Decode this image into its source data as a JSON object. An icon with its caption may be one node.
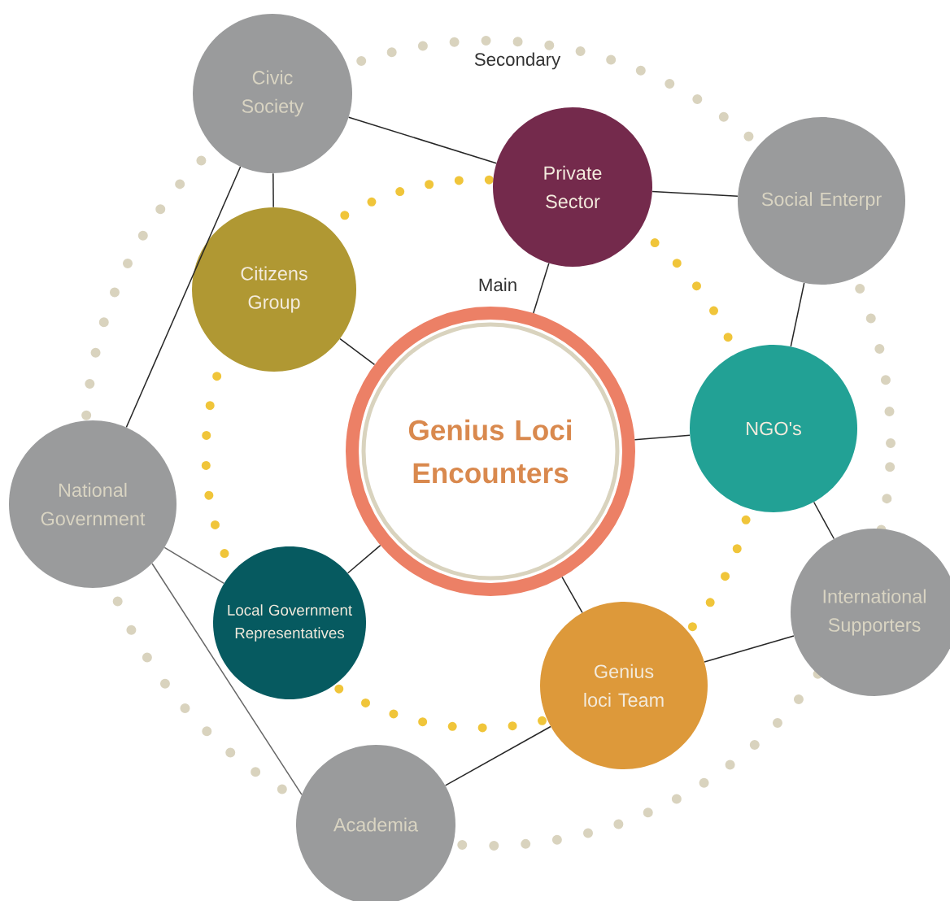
{
  "diagram": {
    "nodes": [
      {
        "text": [
          "Civic Society"
        ]
      },
      {
        "text": [
          "Private Sector"
        ]
      },
      {
        "text": [
          "Social Enterpr"
        ]
      },
      {
        "text": [
          "Citizens Group"
        ]
      },
      {
        "text": [
          "Genius Loci Encounters"
        ]
      },
      {
        "text": [
          "NGO's"
        ]
      },
      {
        "text": [
          "National Government"
        ]
      },
      {
        "text": [
          "Local Government Representatives"
        ]
      },
      {
        "text": [
          "Genius loci Team"
        ]
      },
      {
        "text": [
          "International Supporters"
        ]
      },
      {
        "text": [
          "Academia"
        ]
      }
    ],
    "edges": [
      {
        "from": 0,
        "to": 1,
        "arrow": "none"
      },
      {
        "from": 1,
        "to": 2,
        "arrow": "none"
      },
      {
        "from": 0,
        "to": 3,
        "arrow": "none"
      },
      {
        "from": 0,
        "to": 6,
        "arrow": "none"
      },
      {
        "from": 1,
        "to": 4,
        "arrow": "none"
      },
      {
        "from": 3,
        "to": 4,
        "arrow": "none"
      },
      {
        "from": 4,
        "to": 5,
        "arrow": "none"
      },
      {
        "from": 2,
        "to": 5,
        "arrow": "none"
      },
      {
        "from": 5,
        "to": 9,
        "arrow": "none"
      },
      {
        "from": 4,
        "to": 7,
        "arrow": "none"
      },
      {
        "from": 4,
        "to": 8,
        "arrow": "none"
      },
      {
        "from": 8,
        "to": 9,
        "arrow": "none"
      },
      {
        "from": 8,
        "to": 10,
        "arrow": "none"
      },
      {
        "from": 6,
        "to": 7,
        "arrow": "none",
        "color": "#666666"
      },
      {
        "from": 6,
        "to": 10,
        "arrow": "none",
        "color": "#666666"
      }
    ],
    "labels": [
      "Secondary",
      "Main"
    ]
  }
}
